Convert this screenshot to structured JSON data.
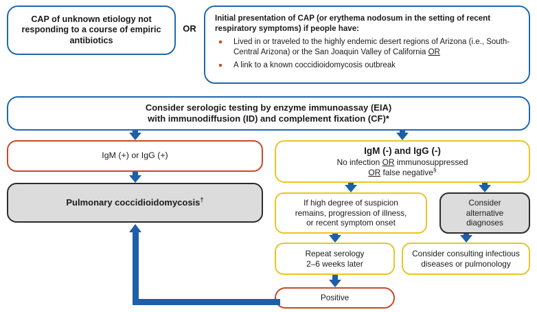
{
  "top": {
    "left_box": "CAP of unknown etiology not responding to a course of empiric antibiotics",
    "or_label": "OR",
    "right_box": {
      "heading": "Initial presentation of CAP (or erythema nodosum in the setting of recent respiratory symptoms) if people have:",
      "bullets": [
        "Lived in or traveled to the highly endemic desert regions of Arizona (i.e., South-Central Arizona) or the San Joaquin Valley of California OR",
        "A link to a known coccidioidomycosis outbreak"
      ]
    }
  },
  "flow": {
    "eia_box": "Consider serologic testing by enzyme immunoassay (EIA) with immunodiffusion (ID) and complement fixation (CF)*",
    "positive_serology": "IgM (+) or IgG (+)",
    "negative_serology": {
      "title": "IgM (-) and IgG (-)",
      "line1": "No infection OR immunosuppressed",
      "line2": "OR false negative§"
    },
    "pulmonary": "Pulmonary coccidioidomycosis†",
    "suspicion": "If high degree of suspicion remains, progression of illness, or recent symptom onset",
    "alternative_dx": "Consider alternative diagnoses",
    "repeat_serology": "Repeat serology 2–6 weeks later",
    "consult": "Consider consulting infectious diseases or pulmonology",
    "positive_result": "Positive"
  },
  "colors": {
    "blue_border": "#2167ae",
    "red_border": "#c8492a",
    "yellow_border": "#e8c622",
    "gray_fill": "#dcdcdc",
    "gray_border": "#2b2b2b",
    "arrow_blue": "#1d5fa8",
    "bullet_orange": "#d2502a"
  }
}
